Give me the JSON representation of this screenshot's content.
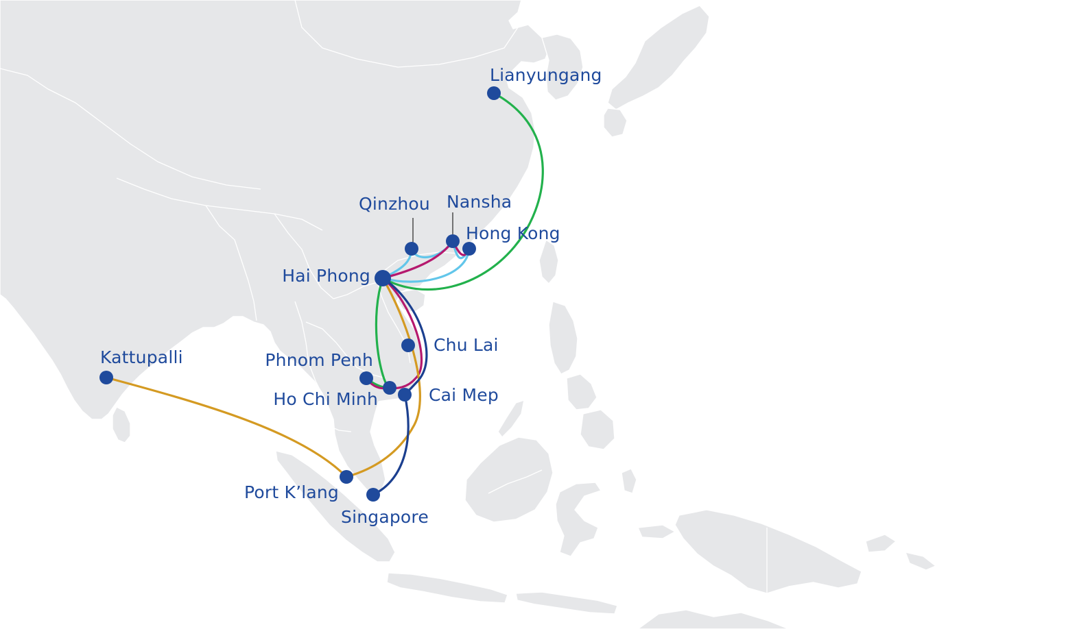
{
  "colors": {
    "port": "#1f4a9c",
    "label": "#1f4a9c",
    "land": "#e6e7e9",
    "route_green": "#22b14c",
    "route_cyan": "#62c6ea",
    "route_magenta": "#b5196e",
    "route_gold": "#d49a22",
    "route_navy": "#1b3f8f"
  },
  "ports": {
    "lianyungang": "Lianyungang",
    "qinzhou": "Qinzhou",
    "nansha": "Nansha",
    "hong_kong": "Hong Kong",
    "hai_phong": "Hai Phong",
    "chu_lai": "Chu Lai",
    "phnom_penh": "Phnom Penh",
    "ho_chi_minh": "Ho Chi Minh",
    "cai_mep": "Cai Mep",
    "kattupalli": "Kattupalli",
    "port_klang": "Port K’lang",
    "singapore": "Singapore"
  },
  "routes": [
    {
      "from": "Hai Phong",
      "to": "Lianyungang",
      "color": "route_green"
    },
    {
      "from": "Hai Phong",
      "to": "Ho Chi Minh",
      "color": "route_green"
    },
    {
      "from": "Hai Phong",
      "to": "Qinzhou",
      "color": "route_cyan"
    },
    {
      "from": "Qinzhou",
      "to": "Nansha",
      "color": "route_cyan"
    },
    {
      "from": "Nansha",
      "to": "Hong Kong",
      "color": "route_cyan"
    },
    {
      "from": "Hong Kong",
      "to": "Hai Phong",
      "color": "route_cyan"
    },
    {
      "from": "Hai Phong",
      "to": "Nansha",
      "color": "route_magenta"
    },
    {
      "from": "Nansha",
      "to": "Hong Kong",
      "color": "route_magenta"
    },
    {
      "from": "Hai Phong",
      "to": "Ho Chi Minh",
      "color": "route_magenta"
    },
    {
      "from": "Ho Chi Minh",
      "to": "Phnom Penh",
      "color": "route_magenta"
    },
    {
      "from": "Hai Phong",
      "to": "Port K’lang",
      "color": "route_gold"
    },
    {
      "from": "Port K’lang",
      "to": "Kattupalli",
      "color": "route_gold"
    },
    {
      "from": "Hai Phong",
      "to": "Cai Mep",
      "color": "route_navy"
    },
    {
      "from": "Cai Mep",
      "to": "Singapore",
      "color": "route_navy"
    }
  ]
}
